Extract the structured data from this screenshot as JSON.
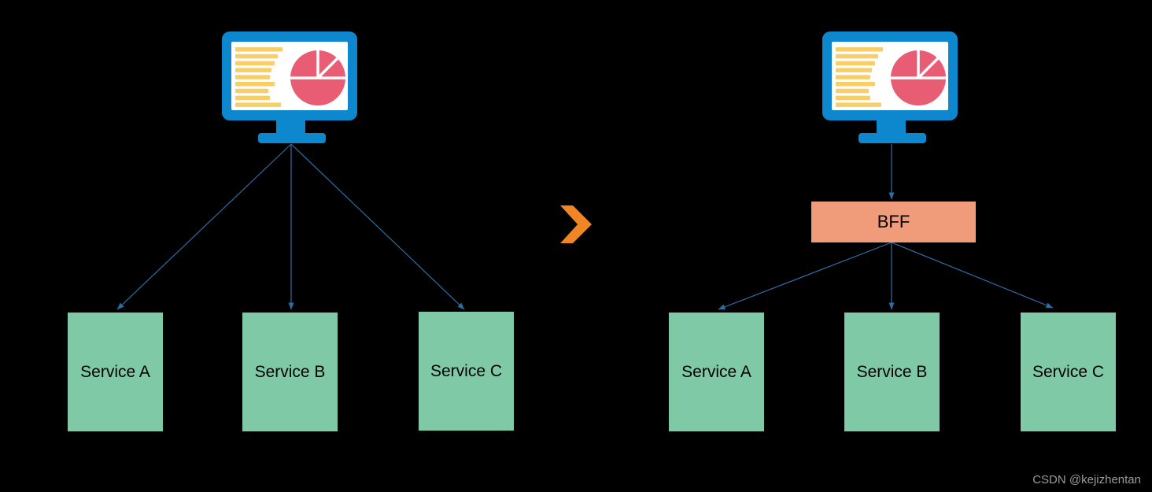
{
  "diagram": {
    "description": "Client calling services directly versus through a BFF (Backend For Frontend) layer",
    "left_diagram": {
      "client_icon": "dashboard-monitor-icon",
      "services": [
        {
          "label": "Service A"
        },
        {
          "label": "Service B"
        },
        {
          "label": "Service C"
        }
      ],
      "edges": [
        "client -> Service A",
        "client -> Service B",
        "client -> Service C"
      ]
    },
    "transition_icon": "chevron-right-icon",
    "right_diagram": {
      "client_icon": "dashboard-monitor-icon",
      "bff_label": "BFF",
      "services": [
        {
          "label": "Service A"
        },
        {
          "label": "Service B"
        },
        {
          "label": "Service C"
        }
      ],
      "edges": [
        "client -> BFF",
        "BFF -> Service A",
        "BFF -> Service B",
        "BFF -> Service C"
      ]
    }
  },
  "watermark": "CSDN @kejizhentan",
  "colors": {
    "background": "#000000",
    "monitor_frame": "#0d87cd",
    "monitor_screen": "#ffffff",
    "monitor_text_lines": "#f8ce68",
    "monitor_pie": "#e85c74",
    "connector": "#2e6da4",
    "service_fill": "#7fc9a7",
    "service_text": "#000000",
    "bff_fill": "#f09b79",
    "bff_text": "#000000",
    "chevron": "#f08524",
    "watermark_text": "#9b9b9b"
  }
}
